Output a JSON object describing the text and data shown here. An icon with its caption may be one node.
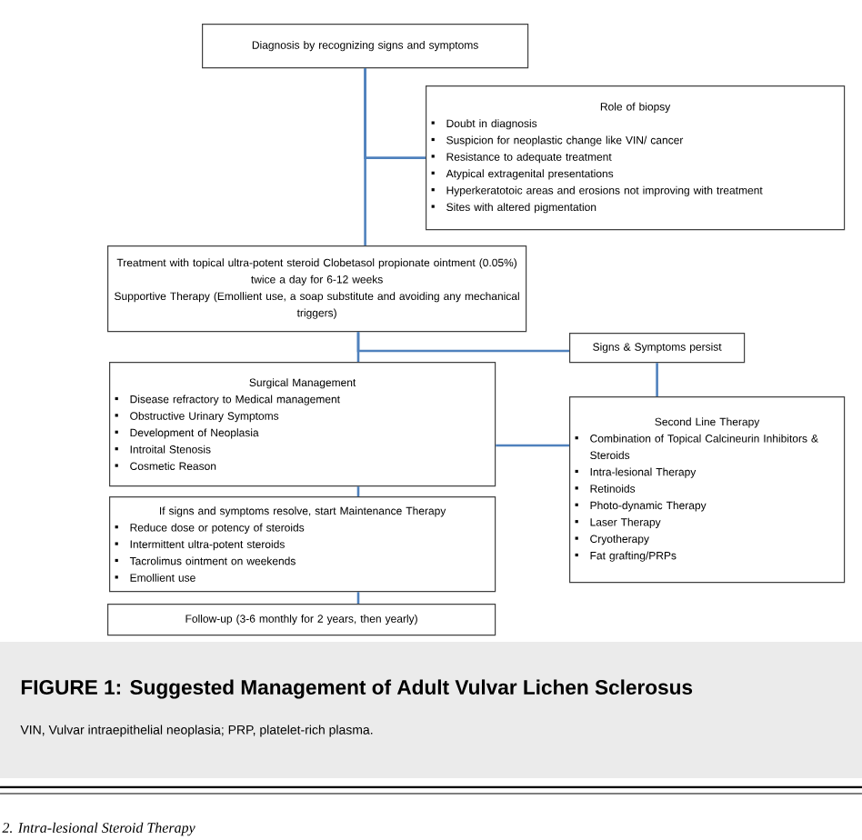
{
  "diagram": {
    "title": "FIGURE 1: Suggested Management of Adult Vulvar Lichen Sclerosus",
    "caption": "VIN, Vulvar intraepithelial neoplasia; PRP, platelet-rich plasma.",
    "nodes": [
      {
        "text": [
          "Diagnosis by recognizing signs and symptoms"
        ]
      },
      {
        "text": [
          "Role of biopsy",
          "Doubt in diagnosis",
          "Suspicion for neoplastic change like VIN/ cancer",
          "Resistance to adequate treatment",
          "Atypical extragenital presentations",
          "Hyperkeratotoic areas and erosions not improving with treatment",
          "Sites with altered pigmentation"
        ]
      },
      {
        "text": [
          "Treatment with topical ultra-potent steroid Clobetasol propionate ointment (0.05%) twice a day for 6-12 weeks",
          "Supportive Therapy (Emollient use, a soap substitute and avoiding any mechanical triggers)"
        ]
      },
      {
        "text": [
          "Signs & Symptoms persist"
        ]
      },
      {
        "text": [
          "Surgical Management",
          "Disease refractory to Medical management",
          "Obstructive Urinary Symptoms",
          "Development of Neoplasia",
          "Introital Stenosis",
          "Cosmetic Reason"
        ]
      },
      {
        "text": [
          "Second Line Therapy",
          "Combination of Topical Calcineurin Inhibitors & Steroids",
          "Intra-lesional Therapy",
          "Retinoids",
          "Photo-dynamic Therapy",
          "Laser Therapy",
          "Cryotherapy",
          "Fat grafting/PRPs"
        ]
      },
      {
        "text": [
          "If signs and symptoms resolve, start Maintenance Therapy",
          "Reduce dose or potency of steroids",
          "Intermittent ultra-potent steroids",
          "Tacrolimus ointment on weekends",
          "Emollient use"
        ]
      },
      {
        "text": [
          "Follow-up (3-6 monthly for 2 years, then yearly)"
        ]
      }
    ],
    "edges": [
      {
        "from": 0,
        "to": 2,
        "arrow": "none"
      },
      {
        "from": 0,
        "to": 1,
        "arrow": "none"
      },
      {
        "from": 2,
        "to": 4,
        "arrow": "none"
      },
      {
        "from": 2,
        "to": 3,
        "arrow": "none"
      },
      {
        "from": 3,
        "to": 5,
        "arrow": "none"
      },
      {
        "from": 4,
        "to": 5,
        "arrow": "none"
      },
      {
        "from": 4,
        "to": 6,
        "arrow": "none"
      },
      {
        "from": 6,
        "to": 7,
        "arrow": "none"
      }
    ],
    "labels": [
      "2. Intra-lesional Steroid Therapy"
    ]
  }
}
